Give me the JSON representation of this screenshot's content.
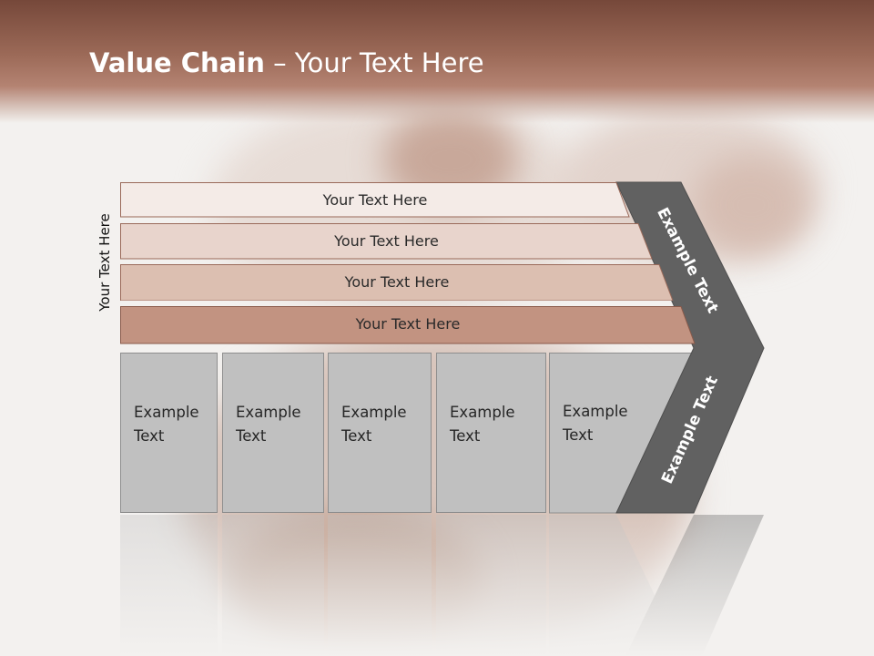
{
  "slide": {
    "title_bold": "Value Chain",
    "title_rest": " – Your Text Here"
  },
  "side_label": "Your Text Here",
  "support_bars": [
    {
      "label": "Your Text Here",
      "color": "#f4ebe7"
    },
    {
      "label": "Your Text Here",
      "color": "#e8d4cc"
    },
    {
      "label": "Your Text Here",
      "color": "#dcbfb1"
    },
    {
      "label": "Your Text Here",
      "color": "#c29381"
    }
  ],
  "primary_boxes": [
    {
      "line1": "Example",
      "line2": "Text"
    },
    {
      "line1": "Example",
      "line2": "Text"
    },
    {
      "line1": "Example",
      "line2": "Text"
    },
    {
      "line1": "Example",
      "line2": "Text"
    },
    {
      "line1": "Example",
      "line2": "Text"
    }
  ],
  "chevron": {
    "top_text": "Example Text",
    "bottom_text": "Example Text",
    "color": "#616161"
  },
  "colors": {
    "header_dark": "#76483a",
    "box_fill": "#c0c0c0",
    "box_border": "#8e8e8e"
  }
}
